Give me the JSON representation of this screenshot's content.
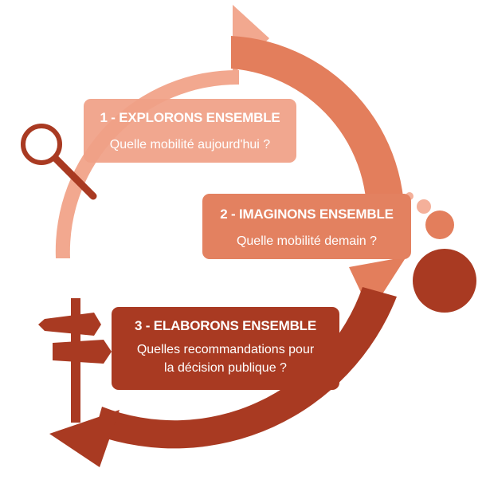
{
  "steps": [
    {
      "title": "1 - EXPLORONS ENSEMBLE",
      "subtitle": [
        "Quelle mobilité aujourd'hui ?"
      ]
    },
    {
      "title": "2 - IMAGINONS ENSEMBLE",
      "subtitle": [
        "Quelle mobilité demain ?"
      ]
    },
    {
      "title": "3 - ELABORONS ENSEMBLE",
      "subtitle": [
        "Quelles recommandations pour",
        "la décision publique ?"
      ]
    }
  ],
  "icons": {
    "step1": "magnifying-glass-icon",
    "step2": "thought-bubbles-icon",
    "step3": "signpost-icon"
  },
  "colors": {
    "step1": "#f0a087",
    "step2": "#e37e5c",
    "step3": "#a93a22"
  }
}
